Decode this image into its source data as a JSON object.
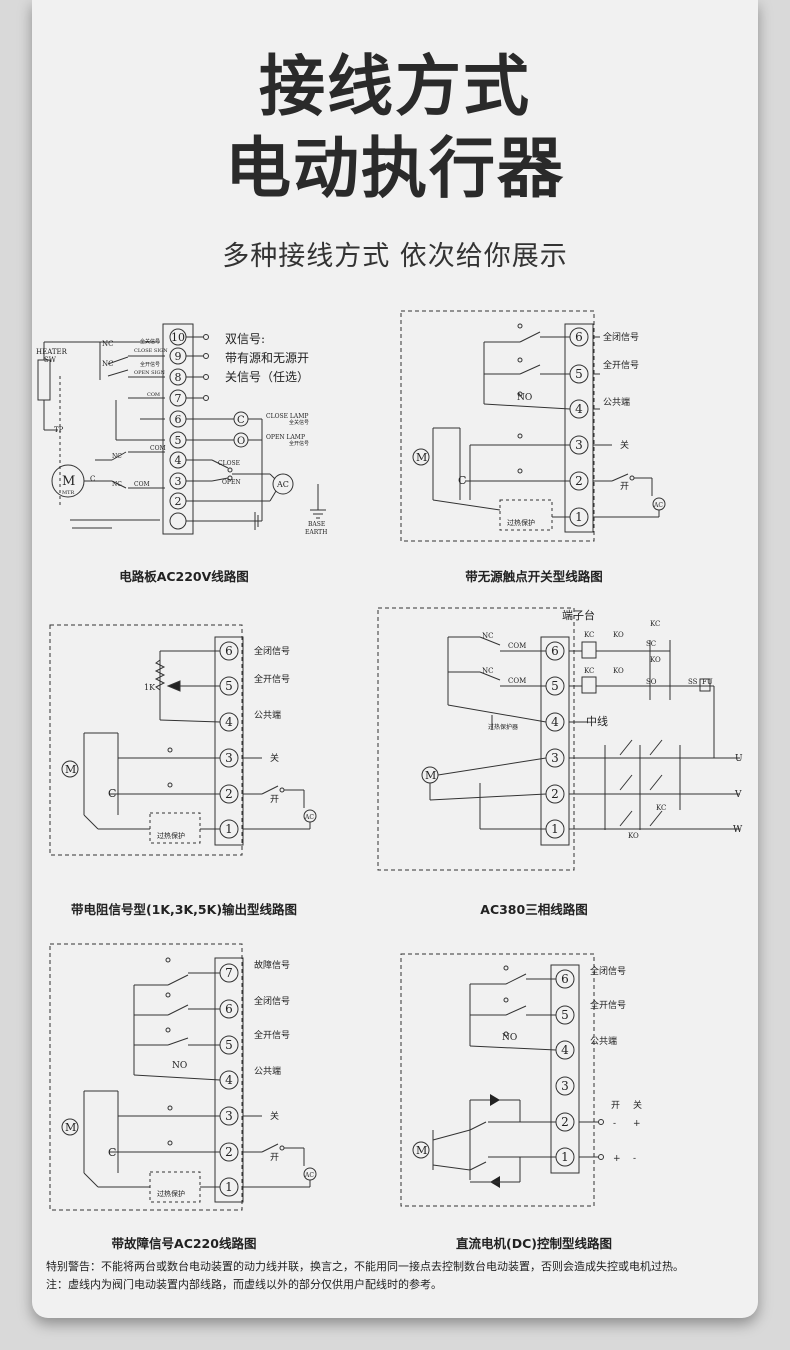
{
  "header": {
    "title_line1": "接线方式",
    "title_line2": "电动执行器",
    "subtitle": "多种接线方式 依次给你展示"
  },
  "diagrams": [
    {
      "caption": "电路板AC220V线路图",
      "terminals": [
        "10",
        "9",
        "8",
        "7",
        "6",
        "5",
        "4",
        "3",
        "2"
      ],
      "labels": {
        "heater": "HEATER",
        "sw": "SW",
        "tp": "TP",
        "nc": "NC",
        "com": "COM",
        "close_sign": "全关信号",
        "close_sign_en": "CLOSE SIGN",
        "open_sign": "全开信号",
        "open_sign_en": "OPEN SIGN",
        "mtr": "MTR",
        "motor": "M",
        "cap": "C",
        "close": "CLOSE",
        "open": "OPEN",
        "ac": "AC",
        "close_lamp": "CLOSE LAMP",
        "close_lamp_cn": "全关信号",
        "open_lamp": "OPEN LAMP",
        "open_lamp_cn": "全开信号",
        "lamp_c": "C",
        "lamp_o": "O",
        "base": "BASE",
        "earth": "EARTH",
        "note1": "双信号:",
        "note2": "带有源和无源开",
        "note3": "关信号（任选）"
      }
    },
    {
      "caption": "带无源触点开关型线路图",
      "terminals": [
        "6",
        "5",
        "4",
        "3",
        "2",
        "1"
      ],
      "labels": {
        "t6": "全闭信号",
        "t5": "全开信号",
        "t4": "公共端",
        "t3": "关",
        "t2": "开",
        "no": "NO",
        "motor": "M",
        "cap": "C",
        "ac": "AC",
        "prot": "过热保护"
      }
    },
    {
      "caption": "带电阻信号型(1K,3K,5K)输出型线路图",
      "terminals": [
        "6",
        "5",
        "4",
        "3",
        "2",
        "1"
      ],
      "labels": {
        "t6": "全闭信号",
        "t5": "全开信号",
        "t4": "公共端",
        "t3": "关",
        "t2": "开",
        "res": "1K",
        "motor": "M",
        "cap": "C",
        "ac": "AC",
        "prot": "过热保护"
      }
    },
    {
      "caption": "AC380三相线路图",
      "terminals": [
        "6",
        "5",
        "4",
        "3",
        "2",
        "1"
      ],
      "labels": {
        "block": "端子台",
        "nc": "NC",
        "com": "COM",
        "kc": "KC",
        "ko": "KO",
        "sc": "SC",
        "so": "SO",
        "ss": "SS",
        "fu": "FU",
        "neutral": "中线",
        "prot": "过热保护器",
        "u": "U",
        "v": "V",
        "w": "W",
        "motor": "M"
      }
    },
    {
      "caption": "带故障信号AC220线路图",
      "terminals": [
        "7",
        "6",
        "5",
        "4",
        "3",
        "2",
        "1"
      ],
      "labels": {
        "t7": "故障信号",
        "t6": "全闭信号",
        "t5": "全开信号",
        "t4": "公共端",
        "t3": "关",
        "t2": "开",
        "no": "NO",
        "motor": "M",
        "cap": "C",
        "ac": "AC",
        "prot": "过热保护"
      }
    },
    {
      "caption": "直流电机(DC)控制型线路图",
      "terminals": [
        "6",
        "5",
        "4",
        "3",
        "2",
        "1"
      ],
      "labels": {
        "t6": "全闭信号",
        "t5": "全开信号",
        "t4": "公共端",
        "no": "NO",
        "open": "开",
        "close": "关",
        "minus": "-",
        "plus": "+",
        "motor": "M"
      }
    }
  ],
  "notes": {
    "warning": "特别警告：不能将两台或数台电动装置的动力线并联，换言之，不能用同一接点去控制数台电动装置，否则会造成失控或电机过热。",
    "note": "注：虚线内为阀门电动装置内部线路，而虚线以外的部分仅供用户配线时的参考。"
  }
}
